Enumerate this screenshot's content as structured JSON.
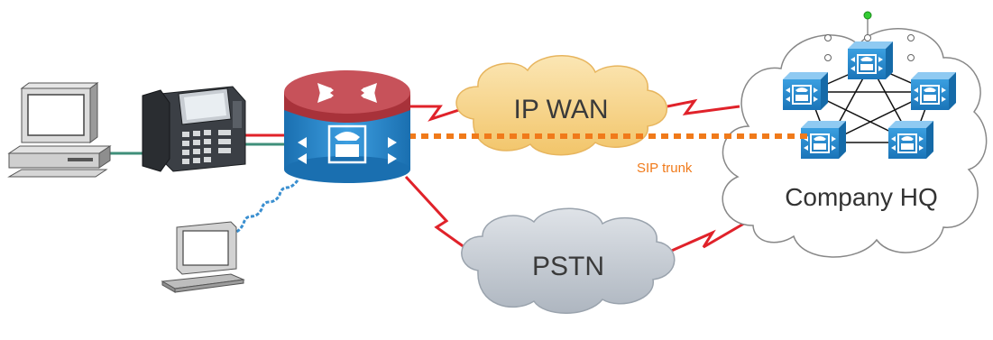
{
  "diagram": {
    "labels": {
      "ip_wan": "IP WAN",
      "pstn": "PSTN",
      "company_hq": "Company HQ",
      "sip_trunk": "SIP trunk"
    },
    "nodes": [
      "pc-workstation",
      "ip-phone",
      "laptop",
      "voice-router",
      "ip-wan-cloud",
      "pstn-cloud",
      "company-hq-cloud",
      "call-manager-cluster"
    ],
    "colors": {
      "wan_cloud": "#f7d58a",
      "pstn_cloud": "#c8ced6",
      "hq_cloud": "#ffffff",
      "serial_link": "#e0222a",
      "sip_trunk": "#f07a1a",
      "router_top": "#c1414a",
      "router_body": "#1f7fc4",
      "cm_blue": "#1d86d0",
      "ethernet": "#3f8f7a",
      "wireless": "#3a8fd0"
    }
  }
}
